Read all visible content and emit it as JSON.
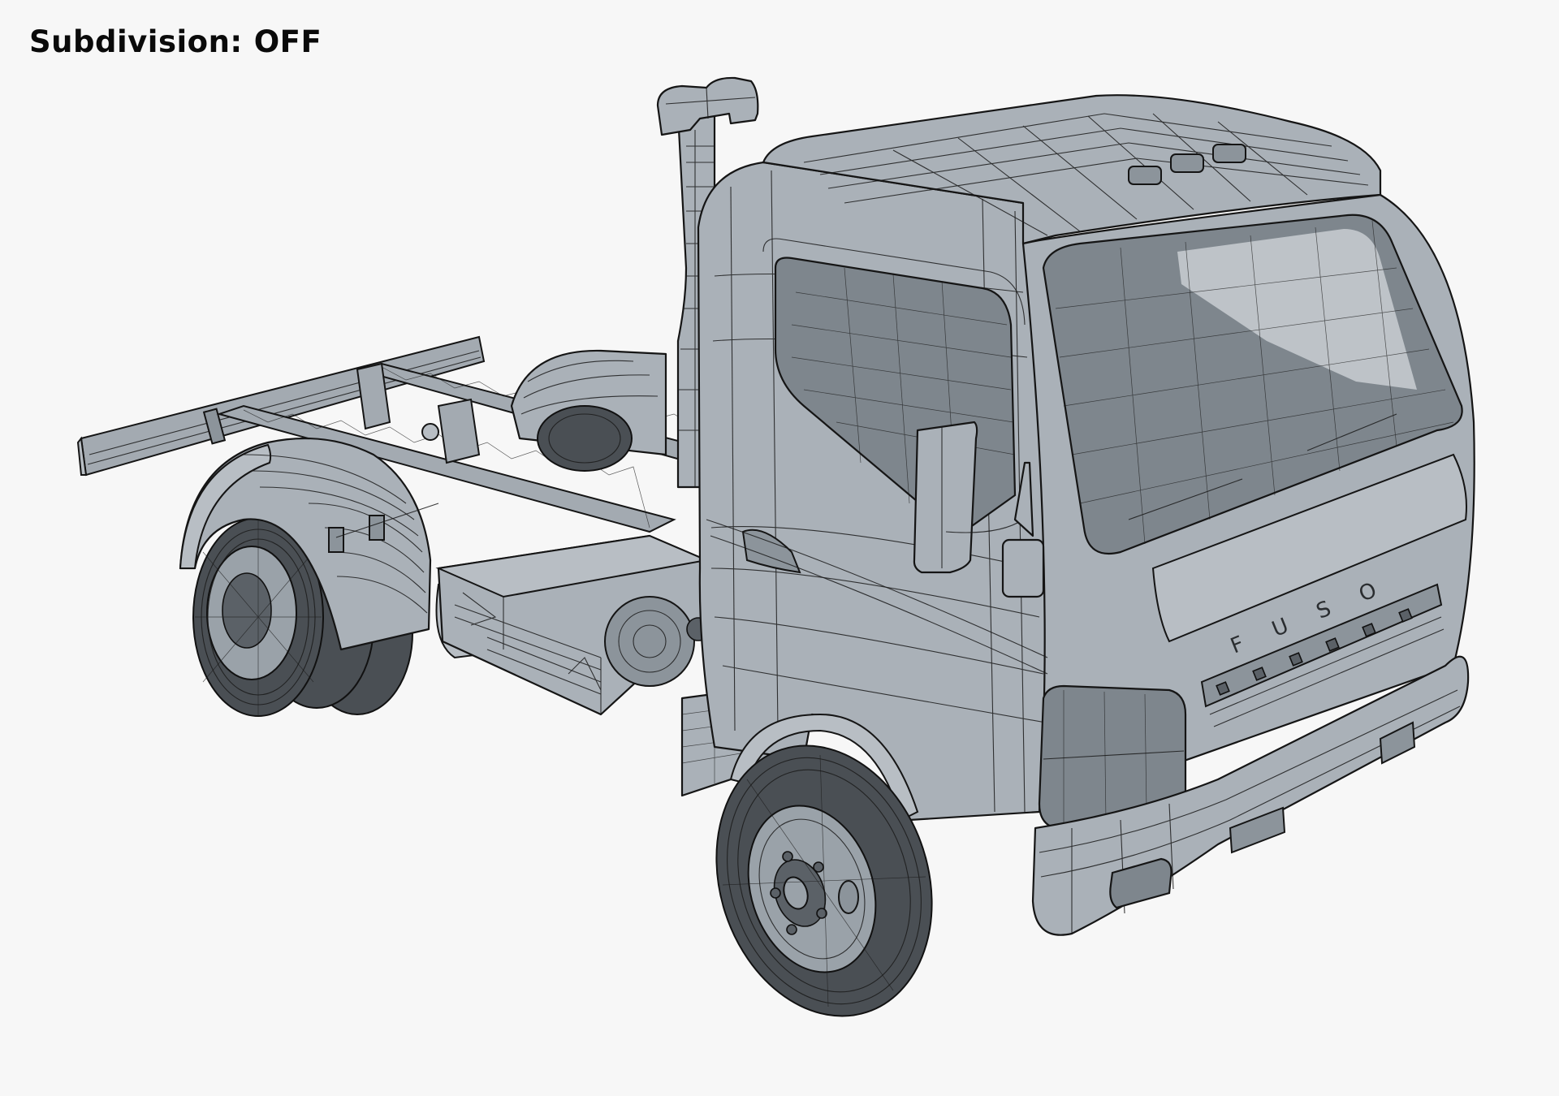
{
  "header": {
    "label": "Subdivision:",
    "value": "OFF"
  },
  "render": {
    "subject": "Truck cab-chassis 3D model wireframe render",
    "grille_badge": "FUSO",
    "colors": {
      "background": "#f7f7f7",
      "body": "#aab1b8",
      "glass": "#7e868d",
      "wire": "#151515",
      "tire": "#4a4f54",
      "title_text": "#0a0a0a"
    },
    "parts": [
      "exhaust-stack",
      "cab",
      "roof-marker-lights",
      "windshield",
      "side-window",
      "side-mirror",
      "door-handle",
      "front-grille",
      "headlight",
      "front-bumper",
      "fog-light",
      "front-wheel",
      "chassis-frame",
      "rear-bumper-bar",
      "rear-fender",
      "rear-dual-wheels",
      "fuel-tank",
      "mud-flap"
    ]
  }
}
